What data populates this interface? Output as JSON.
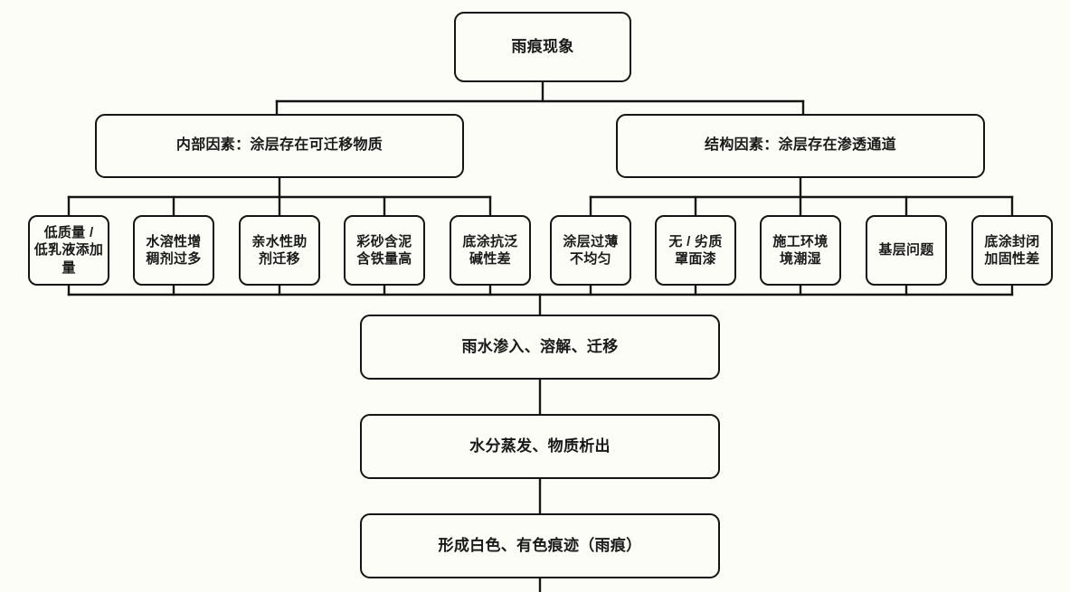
{
  "diagram": {
    "title_node": {
      "label": "雨痕现象"
    },
    "branches": [
      {
        "id": "internal",
        "label": "内部因素：涂层存在可迁移物质"
      },
      {
        "id": "structural",
        "label": "结构因素：涂层存在渗透通道"
      }
    ],
    "causes_internal": [
      {
        "label": "低质量 /\n低乳液添加量"
      },
      {
        "label": "水溶性增\n稠剂过多"
      },
      {
        "label": "亲水性助\n剂迁移"
      },
      {
        "label": "彩砂含泥\n含铁量高"
      },
      {
        "label": "底涂抗泛\n碱性差"
      }
    ],
    "causes_structural": [
      {
        "label": "涂层过薄\n不均匀"
      },
      {
        "label": "无 / 劣质\n罩面漆"
      },
      {
        "label": "施工环境\n境潮湿"
      },
      {
        "label": "基层问题"
      },
      {
        "label": "底涂封闭\n加固性差"
      }
    ],
    "process_steps": [
      {
        "label": "雨水渗入、溶解、迁移"
      },
      {
        "label": "水分蒸发、物质析出"
      },
      {
        "label": "形成白色、有色痕迹（雨痕）"
      }
    ],
    "style": {
      "background": "#fdfdf8",
      "line_color": "#151515",
      "text_color": "#1a1a1a"
    }
  }
}
